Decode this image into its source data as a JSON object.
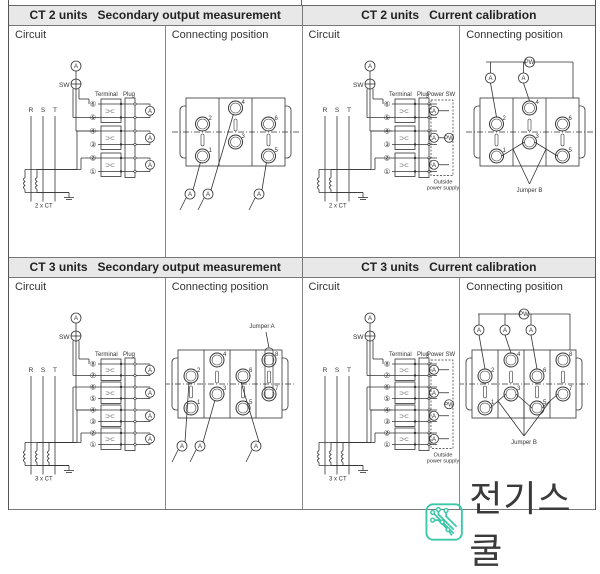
{
  "sections": [
    {
      "headers": [
        "CT 2 units   Secondary output measurement",
        "CT 2 units   Current calibration"
      ],
      "panels": [
        {
          "circuit_label": "Circuit",
          "connecting_label": "Connecting position",
          "ct": 2,
          "mode": "secondary"
        },
        {
          "circuit_label": "Circuit",
          "connecting_label": "Connecting position",
          "ct": 2,
          "mode": "calibration"
        }
      ]
    },
    {
      "headers": [
        "CT 3 units   Secondary output measurement",
        "CT 3 units   Current calibration"
      ],
      "panels": [
        {
          "circuit_label": "Circuit",
          "connecting_label": "Connecting position",
          "ct": 3,
          "mode": "secondary"
        },
        {
          "circuit_label": "Circuit",
          "connecting_label": "Connecting position",
          "ct": 3,
          "mode": "calibration"
        }
      ]
    }
  ],
  "labels": {
    "ammeter": "A",
    "sw": "SW",
    "terminal": "Terminal",
    "plug": "Plug",
    "phases": [
      "R",
      "S",
      "T"
    ],
    "ct2": "2 x CT",
    "ct3": "3 x CT",
    "terminal_numbers": [
      "①",
      "②",
      "③",
      "④",
      "⑤",
      "⑥",
      "⑦",
      "⑧"
    ],
    "power_sw": "Power SW",
    "outside_supply": [
      "Outside",
      "power supply"
    ],
    "power_meter": "PW",
    "jumper_a": "Jumper A",
    "jumper_b": "Jumper B"
  },
  "watermark": {
    "text": "전기스쿨",
    "accent": "#3cc8a8"
  },
  "colors": {
    "header_bg": "#e8e8e8",
    "line": "#333333"
  }
}
